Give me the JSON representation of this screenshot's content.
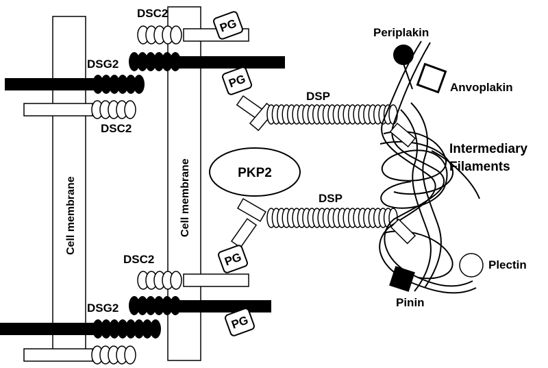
{
  "labels": {
    "dsc2": "DSC2",
    "dsg2": "DSG2",
    "pg": "PG",
    "dsp": "DSP",
    "pkp2": "PKP2",
    "cell_membrane": "Cell membrane",
    "periplakin": "Periplakin",
    "anvoplakin": "Anvoplakin",
    "intermediary_line1": "Intermediary",
    "intermediary_line2": "Filaments",
    "plectin": "Plectin",
    "pinin": "Pinin"
  }
}
